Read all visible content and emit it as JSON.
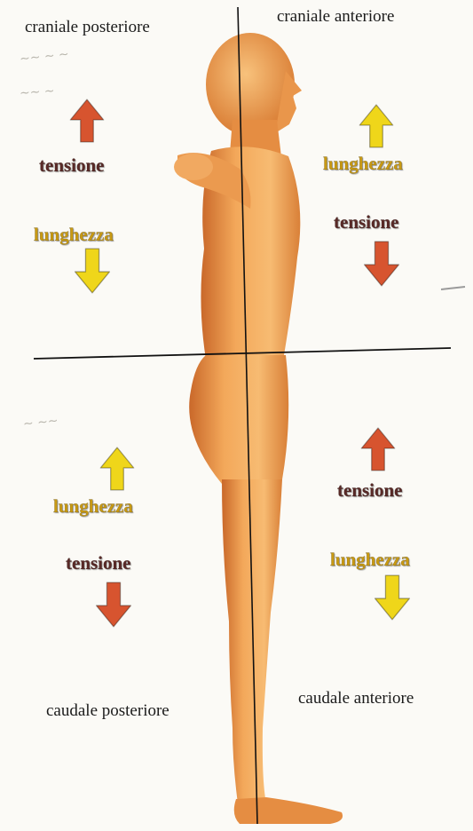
{
  "colors": {
    "tensione": "#d7542f",
    "lunghezza": "#efd61a",
    "lunghezza_text": "#c99a12",
    "tensione_text": "#5a2a27",
    "skin_light": "#f6b567",
    "skin_dark": "#d77a30",
    "axis_line": "#111111"
  },
  "quadrants": {
    "top_left": {
      "title": "craniale posteriore",
      "items": [
        {
          "word": "tensione",
          "arrow": "up",
          "arrow_icon": "up-arrow-icon"
        },
        {
          "word": "lunghezza",
          "arrow": "down",
          "arrow_icon": "down-arrow-icon"
        }
      ]
    },
    "top_right": {
      "title": "craniale anteriore",
      "items": [
        {
          "word": "lunghezza",
          "arrow": "up",
          "arrow_icon": "up-arrow-icon"
        },
        {
          "word": "tensione",
          "arrow": "down",
          "arrow_icon": "down-arrow-icon"
        }
      ]
    },
    "bottom_left": {
      "title": "caudale posteriore",
      "items": [
        {
          "word": "lunghezza",
          "arrow": "up",
          "arrow_icon": "up-arrow-icon"
        },
        {
          "word": "tensione",
          "arrow": "down",
          "arrow_icon": "down-arrow-icon"
        }
      ]
    },
    "bottom_right": {
      "title": "caudale anteriore",
      "items": [
        {
          "word": "tensione",
          "arrow": "up",
          "arrow_icon": "up-arrow-icon"
        },
        {
          "word": "lunghezza",
          "arrow": "down",
          "arrow_icon": "down-arrow-icon"
        }
      ]
    }
  }
}
